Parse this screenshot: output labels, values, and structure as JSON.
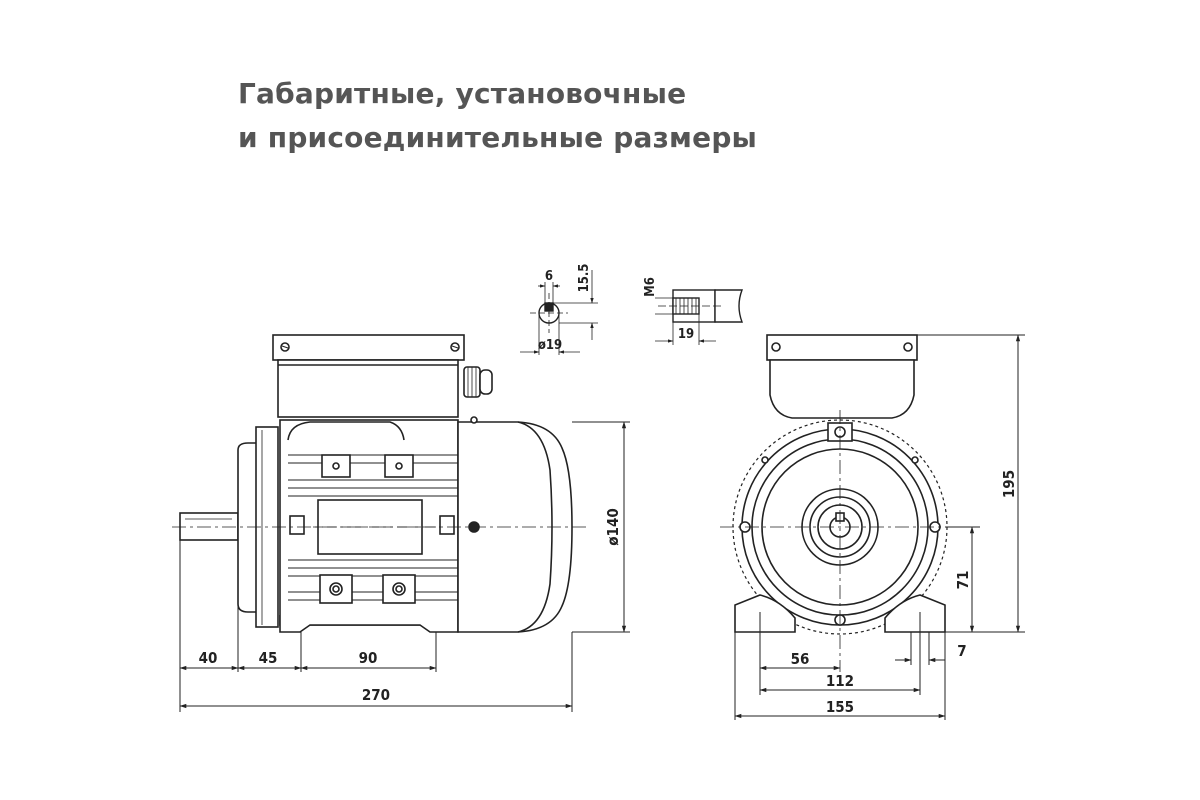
{
  "title": {
    "line1": "Габаритные, установочные",
    "line2": "и присоединительные размеры"
  },
  "dimensions": {
    "side": {
      "d40": "40",
      "d45": "45",
      "d90": "90",
      "d270": "270",
      "dia140": "ø140"
    },
    "front": {
      "d56": "56",
      "d112": "112",
      "d155": "155",
      "d71": "71",
      "d195": "195",
      "d7": "7"
    },
    "shaft_section": {
      "key_width": "6",
      "key_height": "15.5",
      "shaft_dia": "ø19"
    },
    "shaft_end": {
      "thread": "M6",
      "depth": "19"
    }
  }
}
